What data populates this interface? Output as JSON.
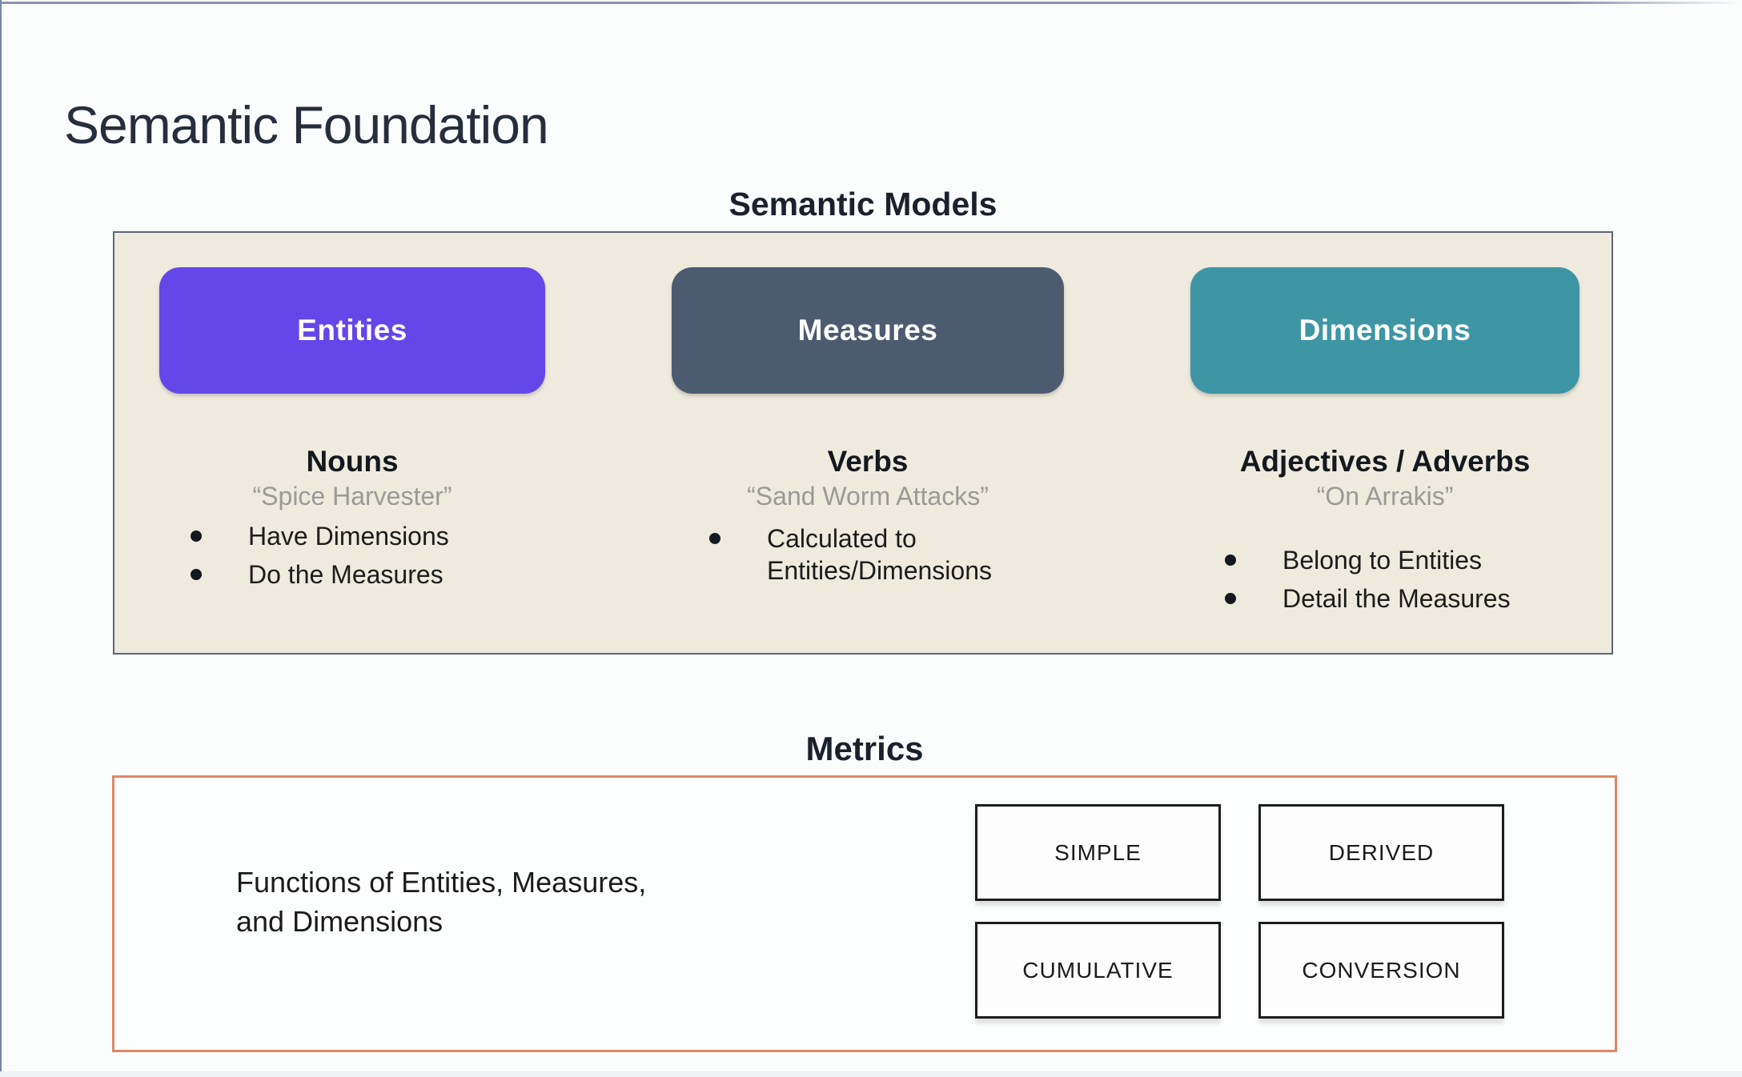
{
  "slide": {
    "title": "Semantic Foundation"
  },
  "semantic_models": {
    "heading": "Semantic Models",
    "panel_bg": "#eeeade",
    "panel_border": "#5d6775",
    "columns": [
      {
        "label": "Entities",
        "color": "#6347e9",
        "role": "Nouns",
        "example": "“Spice Harvester”",
        "bullets": [
          "Have Dimensions",
          "Do the Measures"
        ]
      },
      {
        "label": "Measures",
        "color": "#4d5b70",
        "role": "Verbs",
        "example": "“Sand Worm Attacks”",
        "bullets": [
          "Calculated to Entities/Dimensions"
        ]
      },
      {
        "label": "Dimensions",
        "color": "#3e96a5",
        "role": "Adjectives / Adverbs",
        "example": "“On Arrakis”",
        "bullets": [
          "Belong to Entities",
          "Detail the Measures"
        ]
      }
    ]
  },
  "metrics": {
    "heading": "Metrics",
    "description": "Functions of Entities, Measures,\nand Dimensions",
    "border_color": "#dd8767",
    "types": [
      "SIMPLE",
      "DERIVED",
      "CUMULATIVE",
      "CONVERSION"
    ]
  }
}
